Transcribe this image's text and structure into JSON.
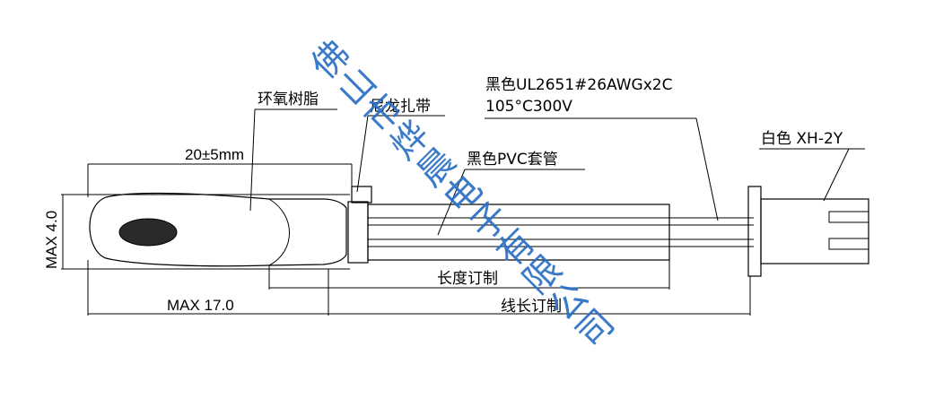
{
  "labels": {
    "epoxy": "环氧树脂",
    "nylon_tie": "尼龙扎带",
    "wire_spec_1": "黑色UL2651#26AWGx2C",
    "wire_spec_2": "105°C300V",
    "pvc_sleeve": "黑色PVC套管",
    "connector": "白色 XH-2Y",
    "length_custom": "长度订制",
    "wire_length_custom": "线长订制"
  },
  "dimensions": {
    "epoxy_length": "20±5mm",
    "max_diameter": "MAX 4.0",
    "max_length": "MAX 17.0"
  },
  "watermark": {
    "text": "佛山市烨晨电子有限公司",
    "chars": [
      "佛",
      "山",
      "市",
      "烨",
      "晨",
      "电",
      "子",
      "有",
      "限",
      "公",
      "司"
    ],
    "color": "#2a6fc4"
  }
}
